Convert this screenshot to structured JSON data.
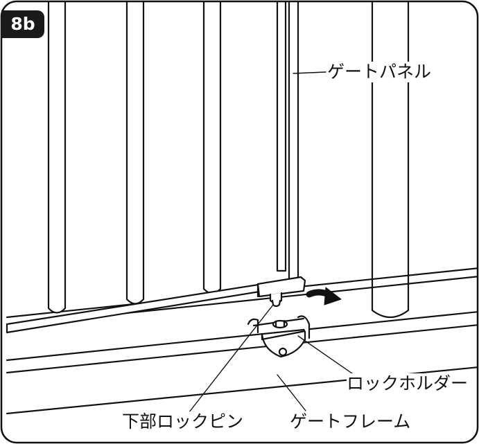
{
  "step": {
    "badge": "8b"
  },
  "labels": {
    "gate_panel": "ゲートパネル",
    "lock_holder": "ロックホルダー",
    "lower_lock_pin": "下部ロックピン",
    "gate_frame": "ゲートフレーム"
  }
}
